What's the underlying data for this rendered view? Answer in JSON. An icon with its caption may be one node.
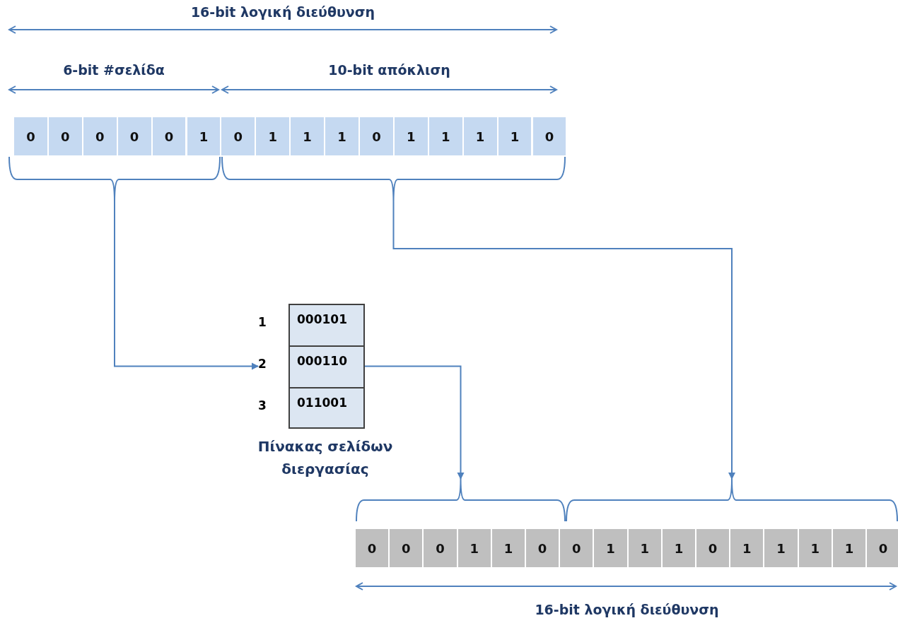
{
  "diagram": {
    "nodes": [
      {
        "text": [],
        "shape": "brace"
      },
      {
        "text": [],
        "shape": "brace"
      },
      {
        "text": [
          "Πίνακας σελίδων διεργασίας"
        ]
      },
      {
        "text": [
          "000101"
        ],
        "in": 2,
        "beside": [
          "1"
        ]
      },
      {
        "text": [
          "000110"
        ],
        "in": 2,
        "beside": [
          "2"
        ]
      },
      {
        "text": [
          "011001"
        ],
        "in": 2,
        "beside": [
          "3"
        ]
      },
      {
        "text": [],
        "shape": "brace"
      },
      {
        "text": [],
        "shape": "brace"
      }
    ],
    "edges": [
      {
        "from": 0,
        "to": 4,
        "arrow": "to"
      },
      {
        "from": 1,
        "to": 7,
        "arrow": "to"
      },
      {
        "from": 4,
        "to": 6,
        "arrow": "to"
      }
    ],
    "labels": [
      "16-bit λογική διεύθυνση",
      "6-bit #σελίδα",
      "10-bit απόκλιση",
      "0",
      "0",
      "0",
      "0",
      "0",
      "1",
      "0",
      "1",
      "1",
      "1",
      "0",
      "1",
      "1",
      "1",
      "1",
      "0",
      "0",
      "0",
      "0",
      "1",
      "1",
      "0",
      "0",
      "1",
      "1",
      "1",
      "0",
      "1",
      "1",
      "1",
      "1",
      "0",
      "16-bit λογική διεύθυνση"
    ]
  }
}
